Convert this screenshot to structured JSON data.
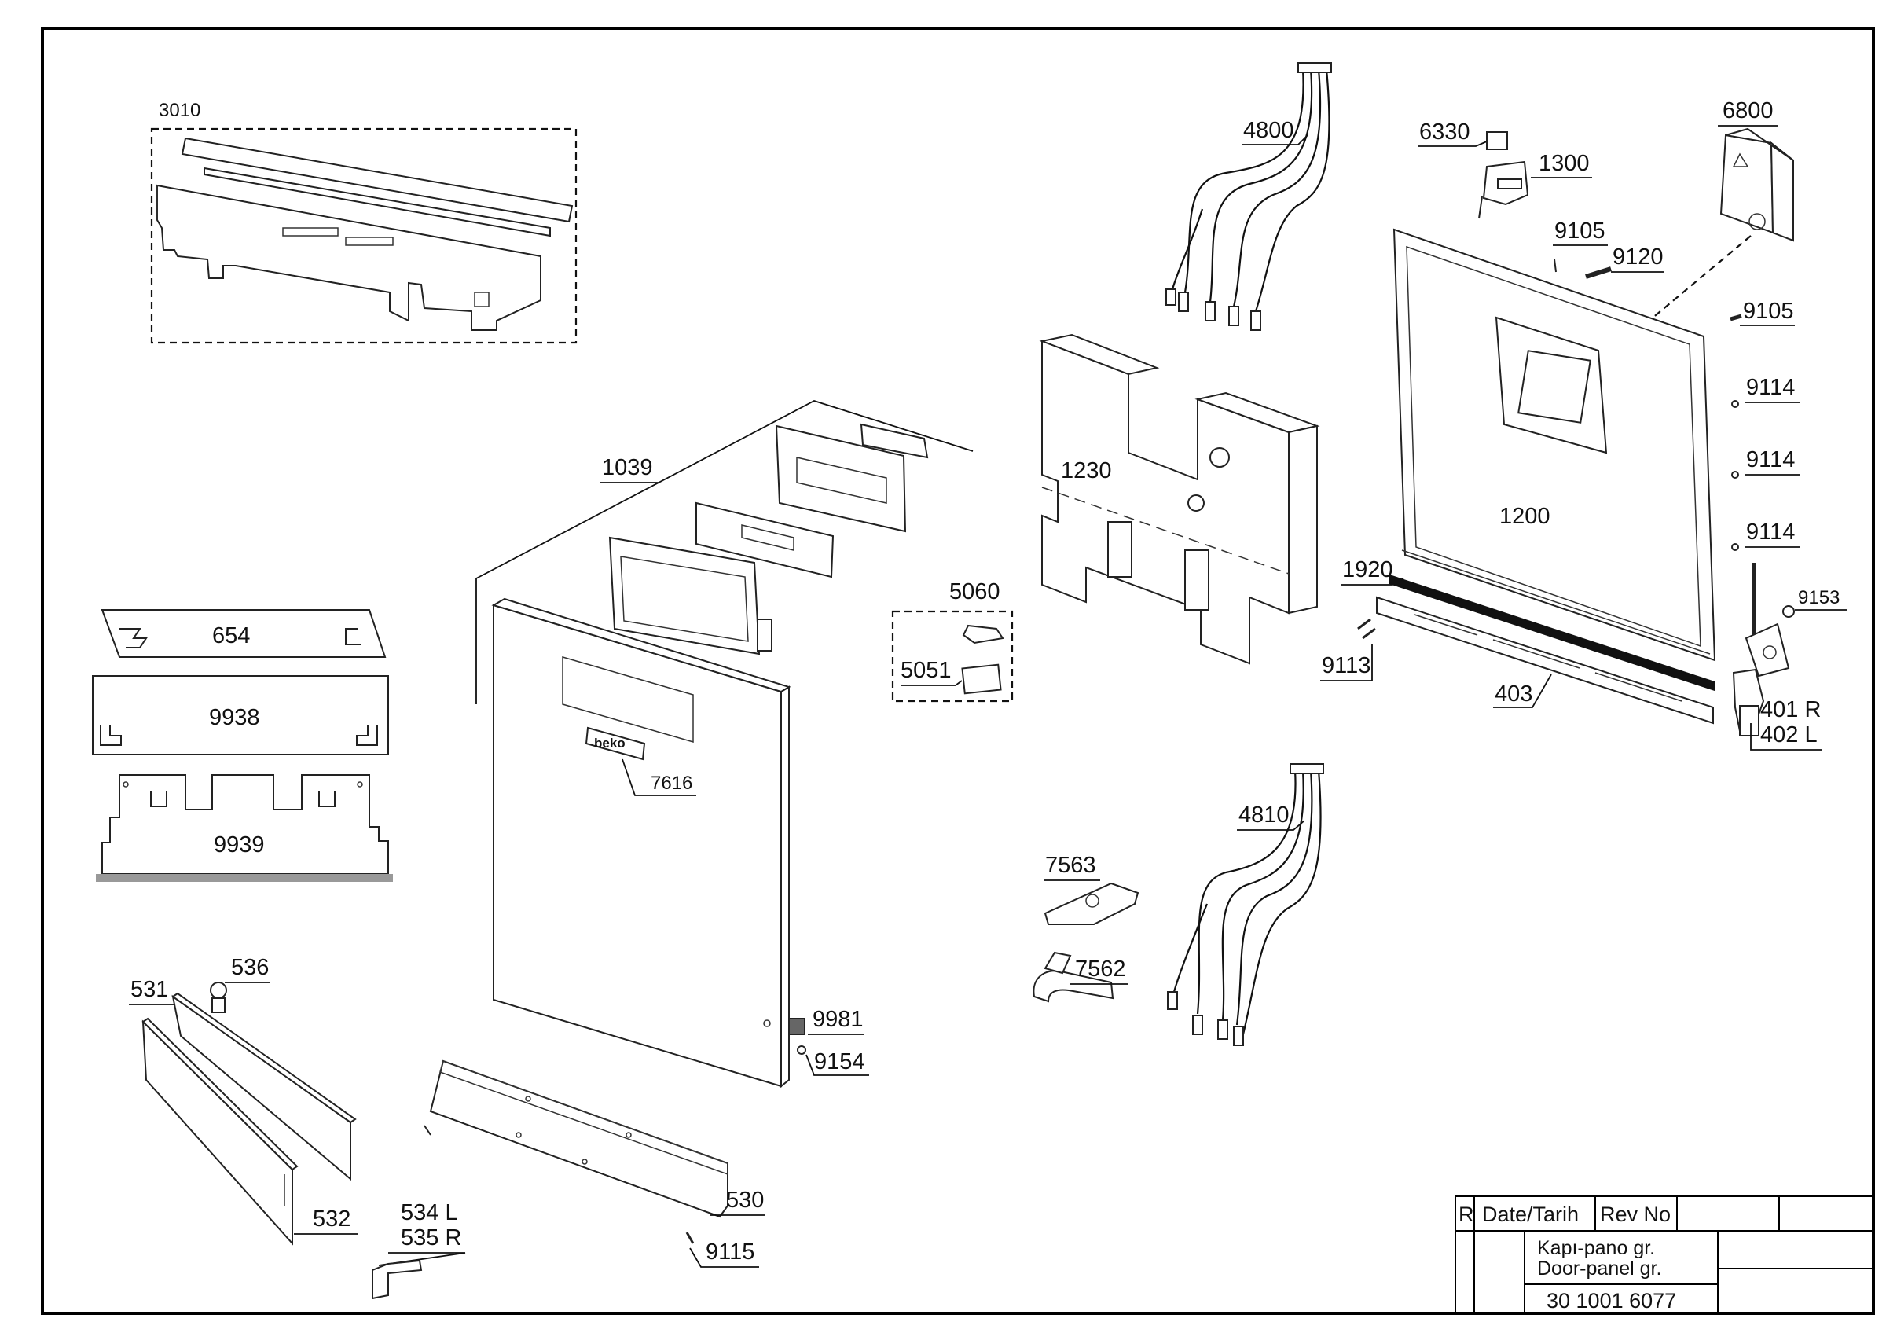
{
  "labels": {
    "p3010": "3010",
    "p4800": "4800",
    "p6330": "6330",
    "p1300": "1300",
    "p6800": "6800",
    "p9105a": "9105",
    "p9120": "9120",
    "p9105b": "9105",
    "p9114a": "9114",
    "p9114b": "9114",
    "p9114c": "9114",
    "p1200": "1200",
    "p1230": "1230",
    "p1039": "1039",
    "p1920": "1920",
    "p9153": "9153",
    "p9113": "9113",
    "p403": "403",
    "p401": "401 R",
    "p402": "402 L",
    "p5060": "5060",
    "p5051": "5051",
    "p654": "654",
    "p9938": "9938",
    "p9939": "9939",
    "p7616": "7616",
    "p4810": "4810",
    "p7563": "7563",
    "p7562": "7562",
    "p531": "531",
    "p536": "536",
    "p9981": "9981",
    "p9154": "9154",
    "p530": "530",
    "p532": "532",
    "p534": "534 L",
    "p535": "535 R",
    "p9115": "9115"
  },
  "title_block": {
    "rev_col": "R",
    "date_col": "Date/Tarih",
    "revno_col": "Rev No",
    "title_tr": "Kapı-pano gr.",
    "title_en": "Door-panel gr.",
    "drawing_number": "30 1001 6077"
  },
  "logo_text": "beko"
}
